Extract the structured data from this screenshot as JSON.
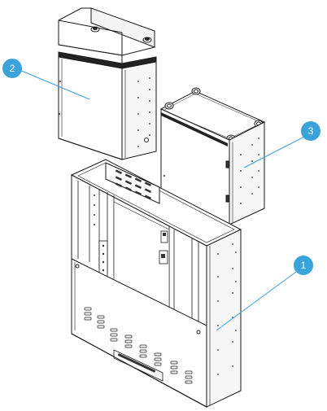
{
  "callouts": [
    {
      "number": "1",
      "target": "main-cabinet"
    },
    {
      "number": "2",
      "target": "upper-left-enclosure"
    },
    {
      "number": "3",
      "target": "upper-right-enclosure"
    }
  ],
  "colors": {
    "callout_fill": "#3aa3d9",
    "callout_text": "#ffffff",
    "leader_line": "#3aa3d9",
    "outline": "#1a1a1a",
    "background": "#ffffff"
  }
}
